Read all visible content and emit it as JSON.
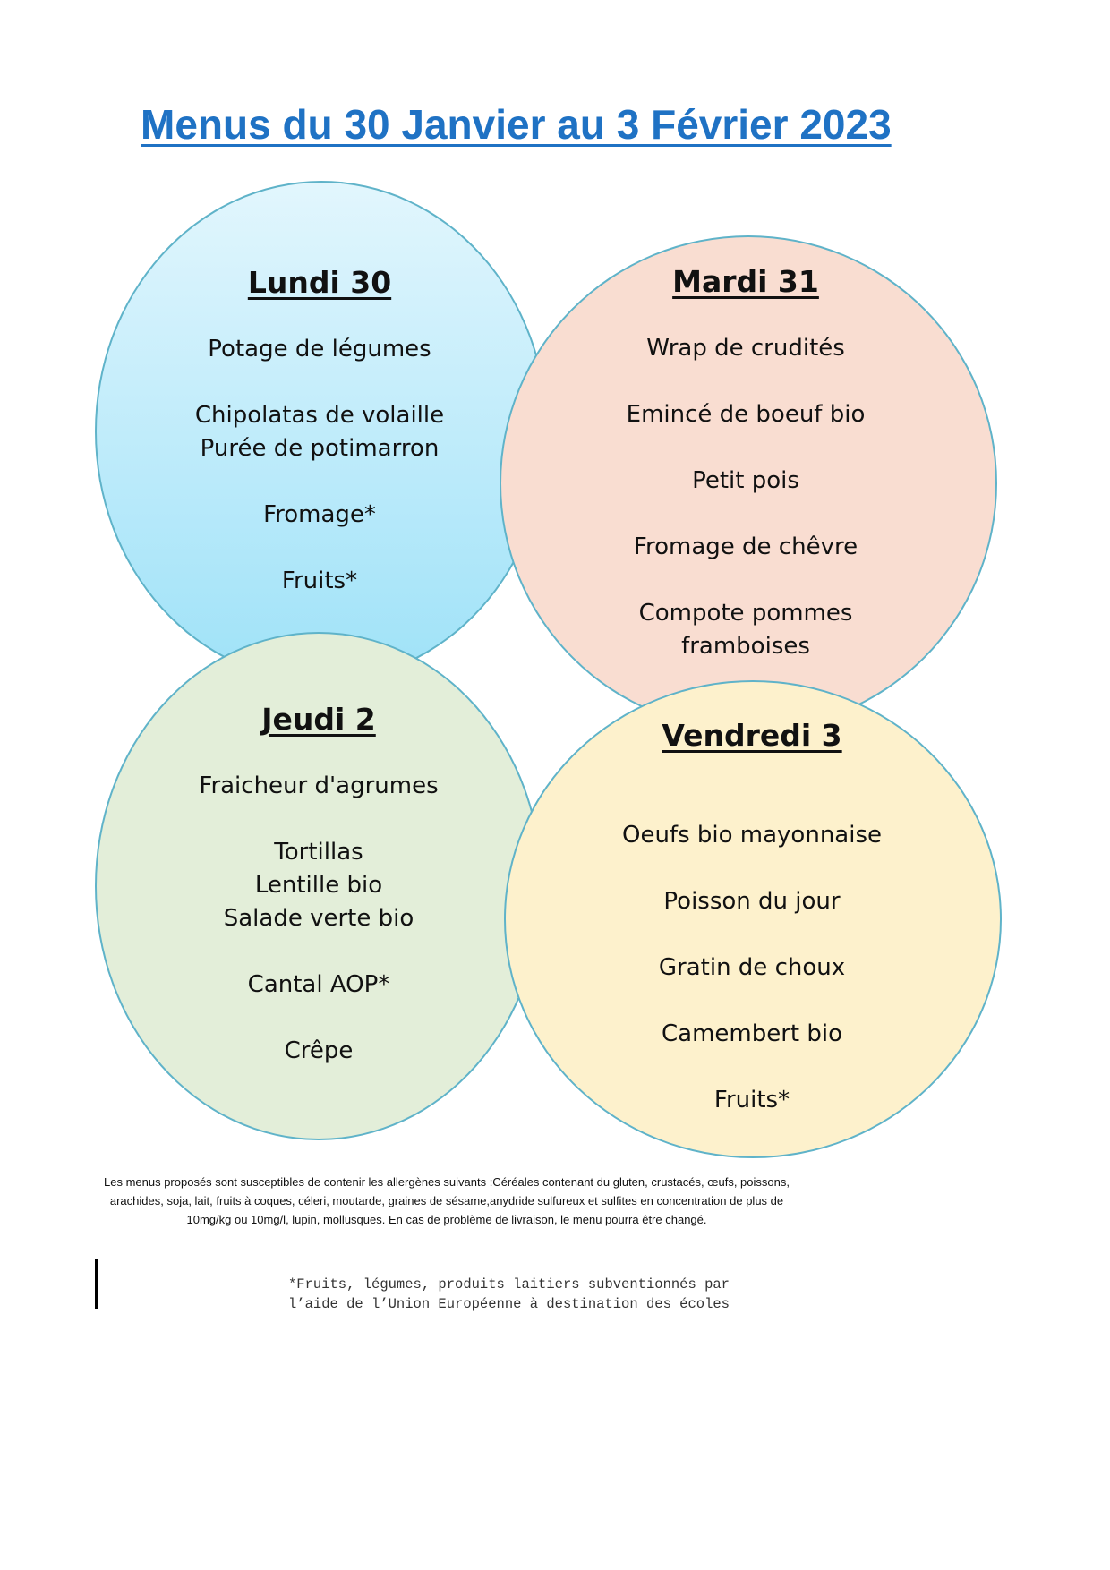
{
  "title": "Menus du 30 Janvier au 3 Février 2023",
  "days": {
    "lundi": {
      "title": "Lundi 30",
      "items": [
        "Potage de légumes",
        "",
        "Chipolatas de volaille",
        "Purée de potimarron",
        "",
        "Fromage*",
        "",
        "Fruits*"
      ]
    },
    "mardi": {
      "title": "Mardi 31",
      "items": [
        "Wrap de crudités",
        "",
        "Emincé de boeuf bio",
        "",
        "Petit pois",
        "",
        "Fromage de chêvre",
        "",
        "Compote pommes",
        "framboises"
      ]
    },
    "jeudi": {
      "title": "Jeudi 2",
      "items": [
        "Fraicheur d'agrumes",
        "",
        "Tortillas",
        "Lentille bio",
        "Salade verte bio",
        "",
        "Cantal AOP*",
        "",
        "Crêpe"
      ]
    },
    "vendredi": {
      "title": "Vendredi 3",
      "items": [
        "",
        "Oeufs bio mayonnaise",
        "",
        "Poisson du jour",
        "",
        "Gratin de choux",
        "",
        "Camembert bio",
        "",
        "Fruits*"
      ]
    }
  },
  "allergens_note": "Les menus proposés sont susceptibles de contenir les allergènes suivants :Céréales contenant du gluten, crustacés, œufs, poissons, arachides, soja, lait, fruits à coques, céleri, moutarde, graines de sésame,anydride sulfureux et sulfites en concentration de plus de 10mg/kg ou 10mg/l, lupin, mollusques.     En cas de problème de livraison, le menu pourra être changé.",
  "footnote": "*Fruits, légumes, produits laitiers subventionnés par\nl’aide de l’Union Européenne à destination des écoles",
  "colors": {
    "title": "#1f72c4",
    "lundi": "#aee6f9",
    "mardi": "#f9ddd1",
    "jeudi": "#e3eed9",
    "vendredi": "#fdf1cc",
    "circle_border": "#5fb3c9"
  }
}
